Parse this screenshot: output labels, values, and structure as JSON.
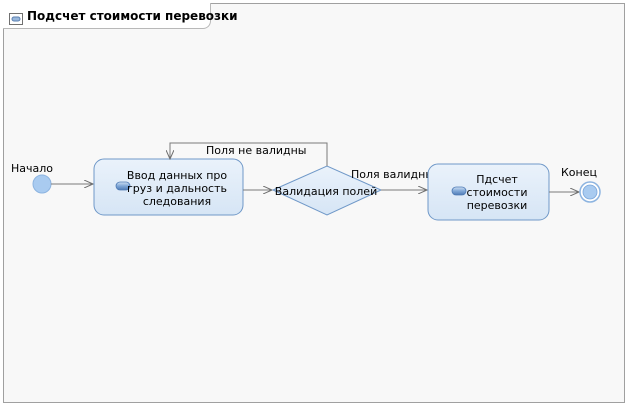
{
  "diagram": {
    "title": "Подсчет стоимости перевозки",
    "start_label": "Начало",
    "end_label": "Конец",
    "actions": [
      {
        "line1": "Ввод данных про",
        "line2": "груз и дальность",
        "line3": "следования"
      },
      {
        "line1": "Пдсчет",
        "line2": "стоимости",
        "line3": "перевозки"
      }
    ],
    "decision_label": "Валидация полей",
    "flow_invalid": "Поля не валидны",
    "flow_valid": "Поля валидны"
  },
  "colors": {
    "node_fill": "#dde9f6",
    "node_stroke": "#6f98c8",
    "start_fill": "#a9cbf0",
    "edge": "#7a7a7a"
  }
}
